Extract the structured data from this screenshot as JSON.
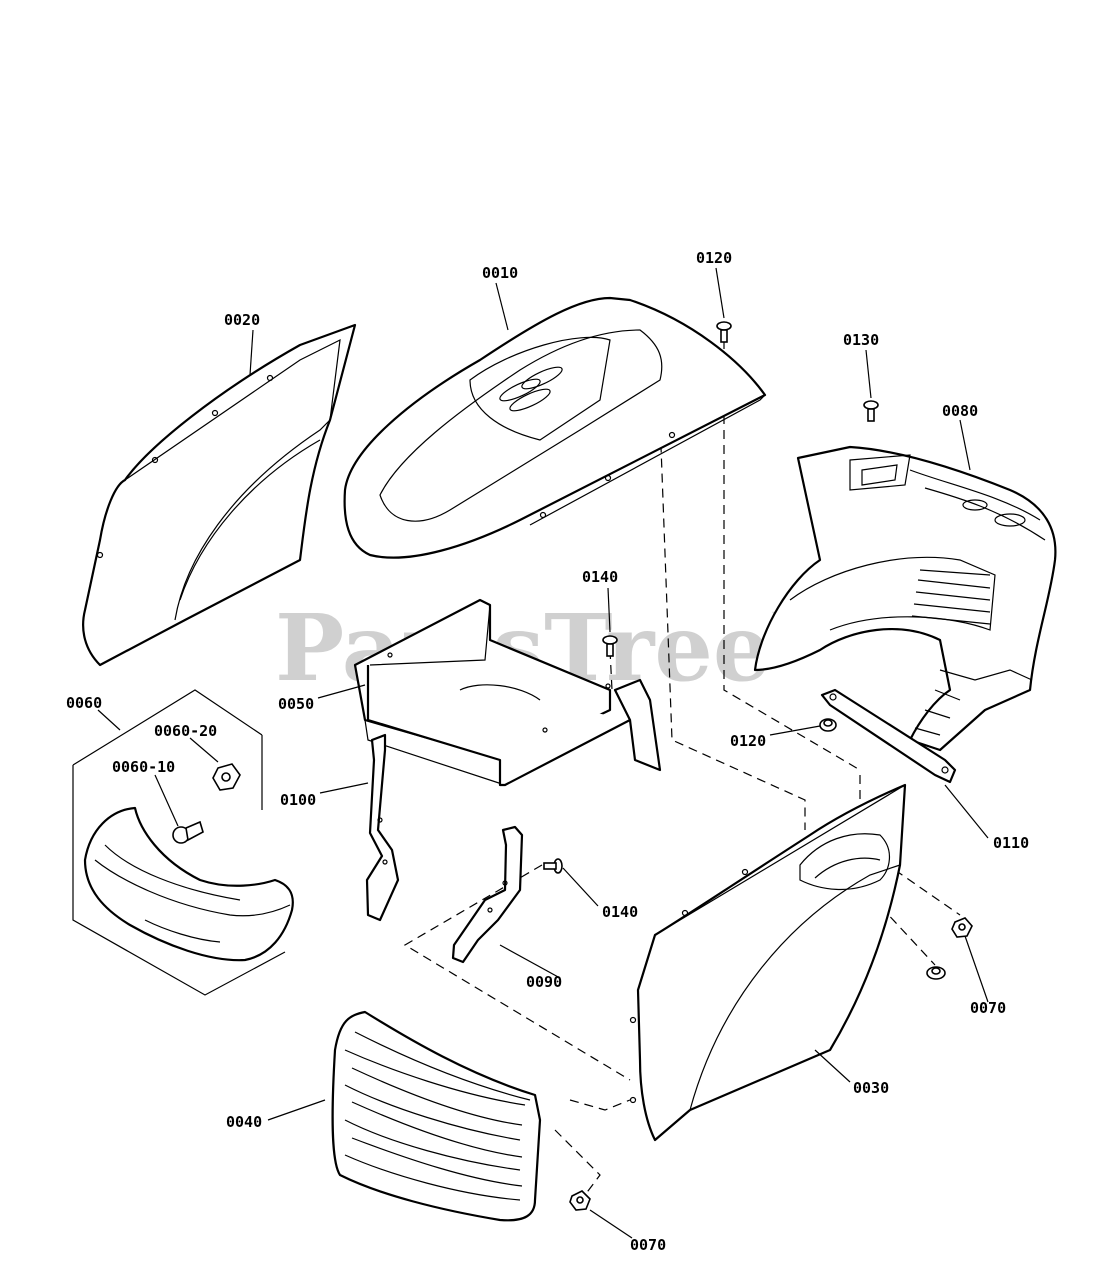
{
  "watermark": {
    "text": "PartsTree",
    "tm": "™"
  },
  "callouts": {
    "p0010": "0010",
    "p0020": "0020",
    "p0030": "0030",
    "p0040": "0040",
    "p0050": "0050",
    "p0060": "0060",
    "p0060_10": "0060-10",
    "p0060_20": "0060-20",
    "p0070_a": "0070",
    "p0070_b": "0070",
    "p0080": "0080",
    "p0090": "0090",
    "p0100": "0100",
    "p0110": "0110",
    "p0120_a": "0120",
    "p0120_b": "0120",
    "p0130": "0130",
    "p0140_a": "0140",
    "p0140_b": "0140"
  }
}
